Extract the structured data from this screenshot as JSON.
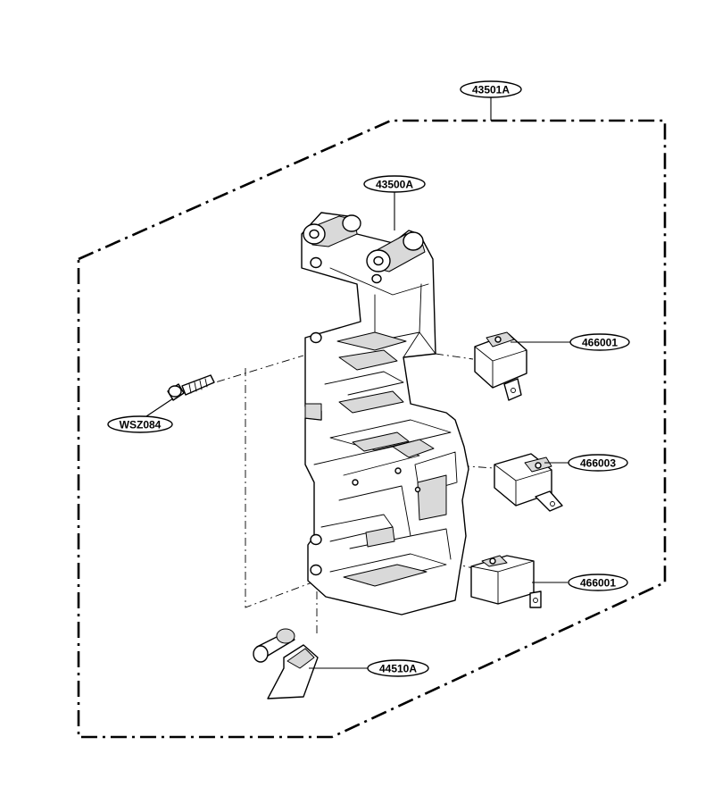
{
  "labels": {
    "assembly": "43501A",
    "frame": "43500A",
    "screw": "WSZ084",
    "switch_top": "466001",
    "switch_mid": "466003",
    "switch_bottom": "466001",
    "lever": "44510A"
  },
  "icons": [
    "latch-frame-icon",
    "micro-switch-icon",
    "screw-icon",
    "lever-icon"
  ]
}
